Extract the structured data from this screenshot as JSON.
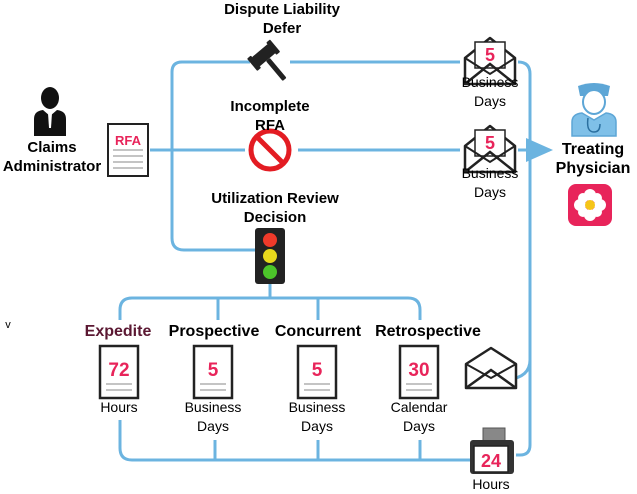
{
  "colors": {
    "connector": "#6cb4e0",
    "number": "#e8245a",
    "expedite": "#5b1832",
    "icon": "#111111",
    "forbidden": "#e31c23",
    "light_red": "#f03a2a",
    "light_yellow": "#e8d81c",
    "light_green": "#4cc42a",
    "badge_pink": "#e8245a"
  },
  "top_labels": {
    "dispute_line1": "Dispute Liability",
    "dispute_line2": "Defer",
    "incomplete_line1": "Incomplete",
    "incomplete_line2": "RFA",
    "ur_line1": "Utilization Review",
    "ur_line2": "Decision"
  },
  "actors": {
    "claims_line1": "Claims",
    "claims_line2": "Administrator",
    "physician_line1": "Treating",
    "physician_line2": "Physician"
  },
  "rfa_doc": "RFA",
  "envelope_top": {
    "number": "5",
    "line1": "Business",
    "line2": "Days"
  },
  "envelope_mid": {
    "number": "5",
    "line1": "Business",
    "line2": "Days"
  },
  "stray_mark": "v",
  "review_types": [
    {
      "title": "Expedite",
      "number": "72",
      "line1": "Hours",
      "line2": ""
    },
    {
      "title": "Prospective",
      "number": "5",
      "line1": "Business",
      "line2": "Days"
    },
    {
      "title": "Concurrent",
      "number": "5",
      "line1": "Business",
      "line2": "Days"
    },
    {
      "title": "Retrospective",
      "number": "30",
      "line1": "Calendar",
      "line2": "Days"
    }
  ],
  "fax": {
    "number": "24",
    "label": "Hours"
  },
  "icons": {
    "administrator": "person-silhouette-icon",
    "document": "document-icon",
    "gavel": "gavel-icon",
    "forbidden": "prohibited-icon",
    "traffic_light": "traffic-light-icon",
    "envelope": "envelope-icon",
    "physician": "doctor-icon",
    "badge": "flower-badge-icon",
    "fax": "fax-icon"
  }
}
